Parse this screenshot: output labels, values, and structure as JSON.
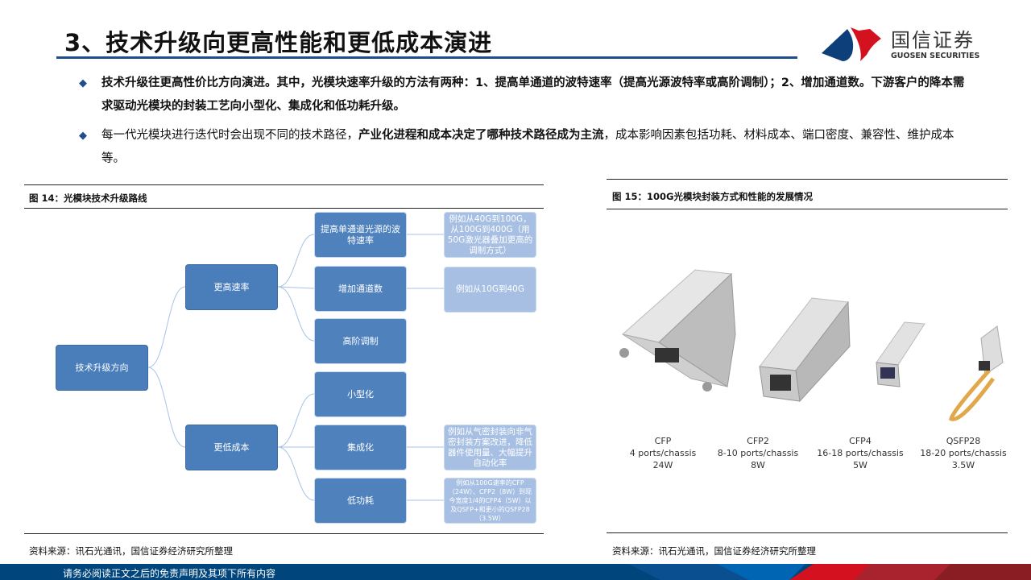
{
  "header": {
    "title": "3、技术升级向更高性能和更低成本演进",
    "logo_cn": "国信证券",
    "logo_en": "GUOSEN SECURITIES"
  },
  "bullets": [
    {
      "bold": "技术升级往更高性价比方向演进。其中，光模块速率升级的方法有两种：1、提高单通道的波特速率（提高光源波特率或高阶调制）；2、增加通道数。下游客户的降本需求驱动光模块的封装工艺向小型化、集成化和低功耗升级。",
      "normal_before": "",
      "normal_after": ""
    },
    {
      "normal_before": "每一代光模块进行迭代时会出现不同的技术路径，",
      "bold": "产业化进程和成本决定了哪种技术路径成为主流",
      "normal_after": "，成本影响因素包括功耗、材料成本、端口密度、兼容性、维护成本等。"
    }
  ],
  "fig14": {
    "caption": "图 14：光模块技术升级路线",
    "source": "资料来源：讯石光通讯，国信证券经济研究所整理",
    "root": "技术升级方向",
    "level1": [
      "更高速率",
      "更低成本"
    ],
    "level2": [
      "提高单通道光源的波特速率",
      "增加通道数",
      "高阶调制",
      "小型化",
      "集成化",
      "低功耗"
    ],
    "level3": [
      "例如从40G到100G，从100G到400G（用50G激光器叠加更高的调制方式）",
      "例如从10G到40G",
      "例如从气密封装向非气密封装方案改进，降低器件使用量、大幅提升自动化率",
      "例如从100G速率的CFP（24W）、CFP2（8W）到现今宽度1/4的CFP4（5W）以及QSFP+和更小的QSFP28（3.5W）"
    ],
    "colors": {
      "root": "#4a7ebb",
      "level2": "#4f81bd",
      "level3": "#a6bfe2"
    }
  },
  "fig15": {
    "caption": "图 15：100G光模块封装方式和性能的发展情况",
    "source": "资料来源：讯石光通讯，国信证券经济研究所整理",
    "modules": [
      {
        "name": "CFP",
        "ports": "4 ports/chassis",
        "power": "24W"
      },
      {
        "name": "CFP2",
        "ports": "8-10 ports/chassis",
        "power": "8W"
      },
      {
        "name": "CFP4",
        "ports": "16-18 ports/chassis",
        "power": "5W"
      },
      {
        "name": "QSFP28",
        "ports": "18-20 ports/chassis",
        "power": "3.5W"
      }
    ]
  },
  "footer": {
    "disclaimer": "请务必阅读正文之后的免责声明及其项下所有内容"
  }
}
